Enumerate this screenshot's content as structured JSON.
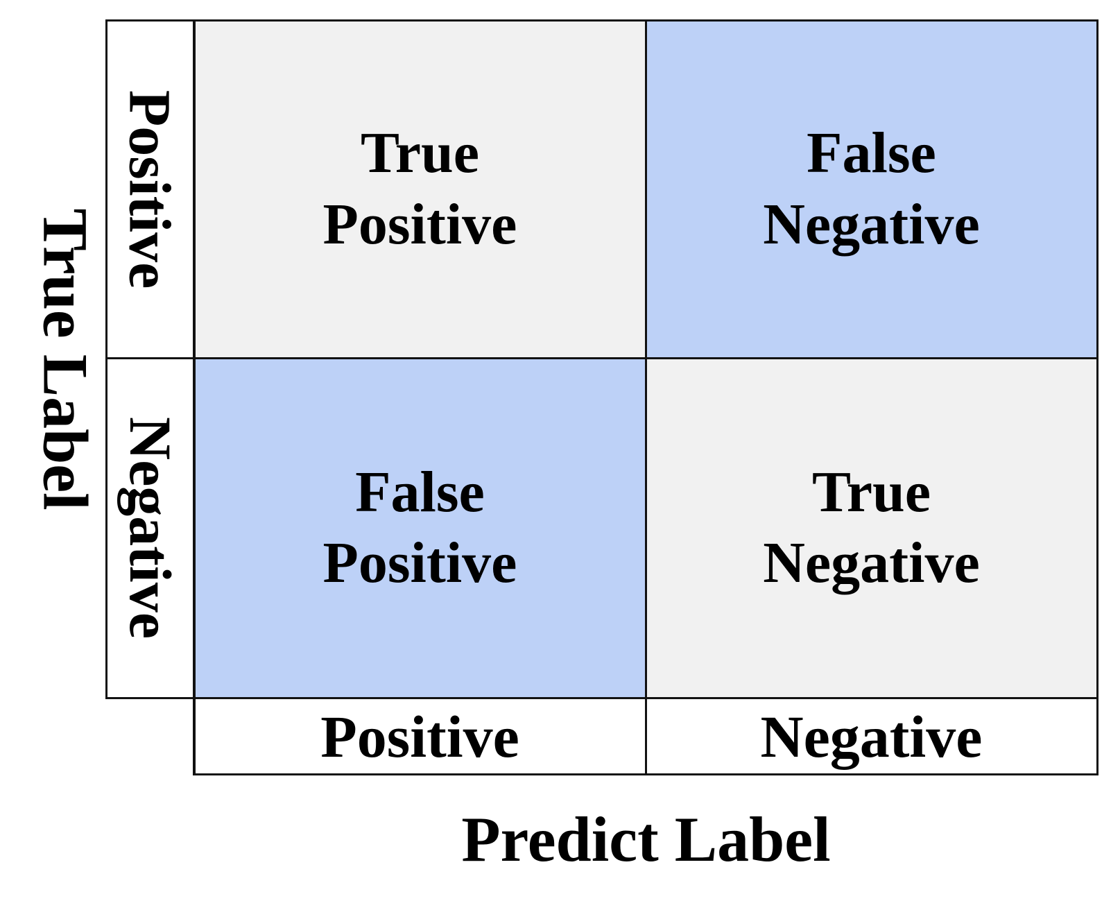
{
  "figure": {
    "y_axis_title": "True Label",
    "x_axis_title": "Predict Label",
    "row_labels": [
      "Positive",
      "Negative"
    ],
    "col_labels": [
      "Positive",
      "Negative"
    ],
    "cells": {
      "top_left": {
        "text": "True\nPositive",
        "fill": "#f1f1f1"
      },
      "top_right": {
        "text": "False\nNegative",
        "fill": "#bdd1f7"
      },
      "bottom_left": {
        "text": "False\nPositive",
        "fill": "#bdd1f7"
      },
      "bottom_right": {
        "text": "True\nNegative",
        "fill": "#f1f1f1"
      }
    },
    "colors": {
      "quadrant_gray": "#f1f1f1",
      "quadrant_blue": "#bdd1f7",
      "line": "#121212",
      "text": "#000000",
      "background": "#ffffff"
    }
  }
}
